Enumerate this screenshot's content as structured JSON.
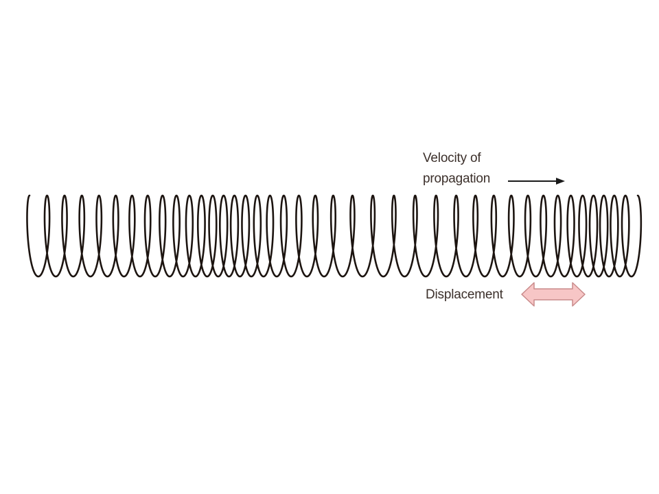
{
  "labels": {
    "velocity_line1": "Velocity of",
    "velocity_line2": "propagation",
    "displacement": "Displacement"
  },
  "colors": {
    "spring": "#1c1410",
    "text": "#3b2f2a",
    "velocity_arrow": "#1a1a1a",
    "displacement_arrow_fill": "#f7c6c6",
    "displacement_arrow_stroke": "#c98a8a"
  },
  "icons": {
    "velocity_arrow": "right-arrow-icon",
    "displacement_arrow": "double-headed-arrow-icon"
  }
}
